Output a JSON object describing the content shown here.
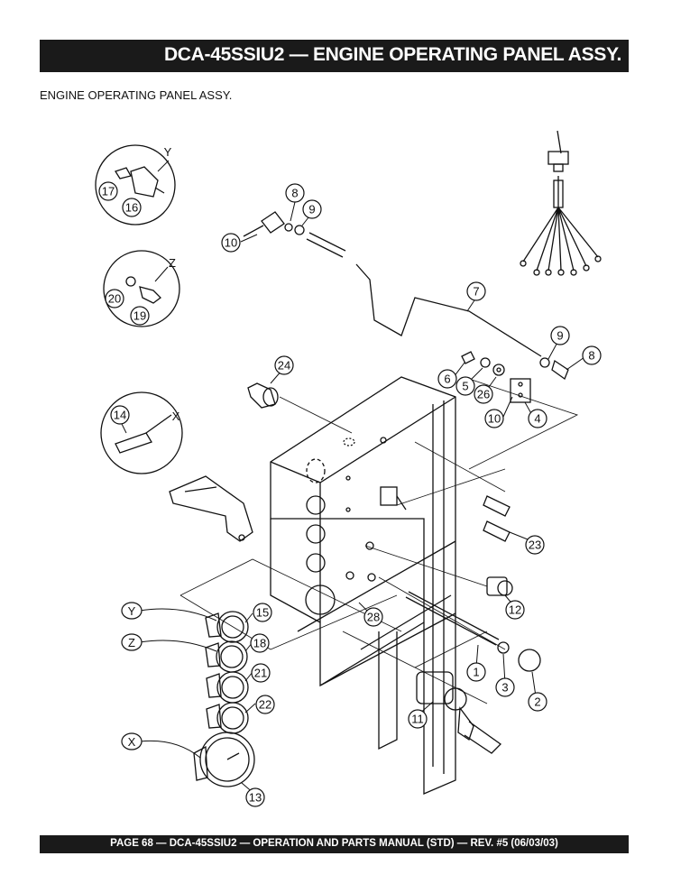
{
  "header": {
    "title": "DCA-45SSIU2 — ENGINE OPERATING PANEL ASSY."
  },
  "section": {
    "subtitle": "ENGINE OPERATING PANEL ASSY."
  },
  "footer": {
    "text": "PAGE 68 — DCA-45SSIU2 —  OPERATION AND PARTS  MANUAL  (STD) — REV. #5  (06/03/03)"
  },
  "diagram": {
    "detail_views": [
      {
        "letter": "Y",
        "parts": [
          "17",
          "16"
        ]
      },
      {
        "letter": "Z",
        "parts": [
          "20",
          "19"
        ]
      },
      {
        "letter": "X",
        "parts": [
          "14"
        ]
      }
    ],
    "gauge_callouts": [
      "Y",
      "Z",
      "X"
    ],
    "part_numbers": [
      "1",
      "2",
      "3",
      "4",
      "5",
      "6",
      "7",
      "8",
      "9",
      "10",
      "11",
      "12",
      "13",
      "14",
      "15",
      "16",
      "17",
      "18",
      "19",
      "20",
      "21",
      "22",
      "23",
      "24",
      "26",
      "28"
    ]
  }
}
